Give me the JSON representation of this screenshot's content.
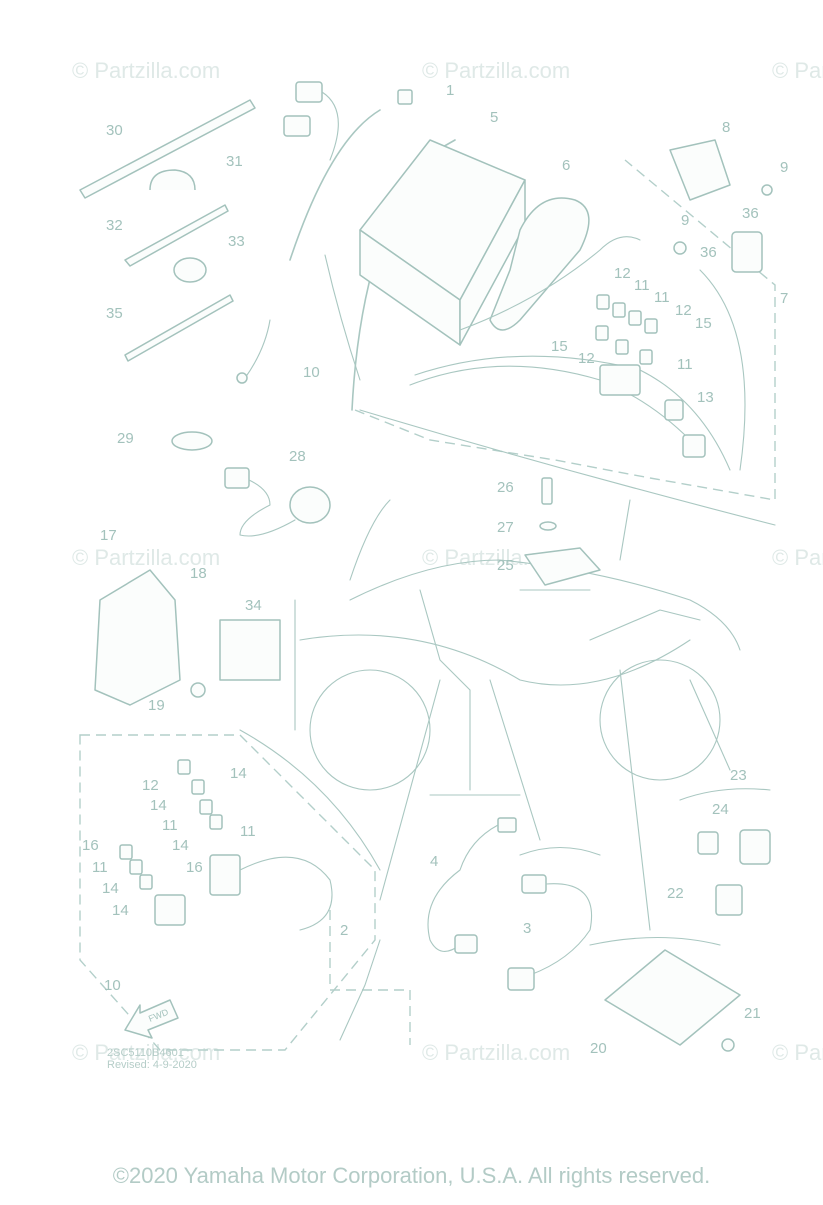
{
  "watermark": "© Partzilla.com",
  "diagram_code": "2SC5110B4601",
  "revised": "Revised: 4-9-2020",
  "fwd_label": "FWD",
  "copyright": "©2020 Yamaha Motor Corporation, U.S.A. All rights reserved.",
  "callouts": {
    "c1": "1",
    "c2": "2",
    "c3": "3",
    "c4": "4",
    "c5": "5",
    "c6": "6",
    "c7": "7",
    "c8": "8",
    "c9a": "9",
    "c9b": "9",
    "c10a": "10",
    "c10b": "10",
    "c11a": "11",
    "c11b": "11",
    "c11c": "11",
    "c11d": "11",
    "c11e": "11",
    "c11f": "11",
    "c12a": "12",
    "c12b": "12",
    "c12c": "12",
    "c12d": "12",
    "c13": "13",
    "c14a": "14",
    "c14b": "14",
    "c14c": "14",
    "c14d": "14",
    "c14e": "14",
    "c15a": "15",
    "c15b": "15",
    "c16a": "16",
    "c16b": "16",
    "c17": "17",
    "c18": "18",
    "c19": "19",
    "c20": "20",
    "c21": "21",
    "c22": "22",
    "c23": "23",
    "c24": "24",
    "c25": "25",
    "c26": "26",
    "c27": "27",
    "c28": "28",
    "c29": "29",
    "c30": "30",
    "c31": "31",
    "c32": "32",
    "c33": "33",
    "c34": "34",
    "c35": "35",
    "c36a": "36",
    "c36b": "36"
  }
}
